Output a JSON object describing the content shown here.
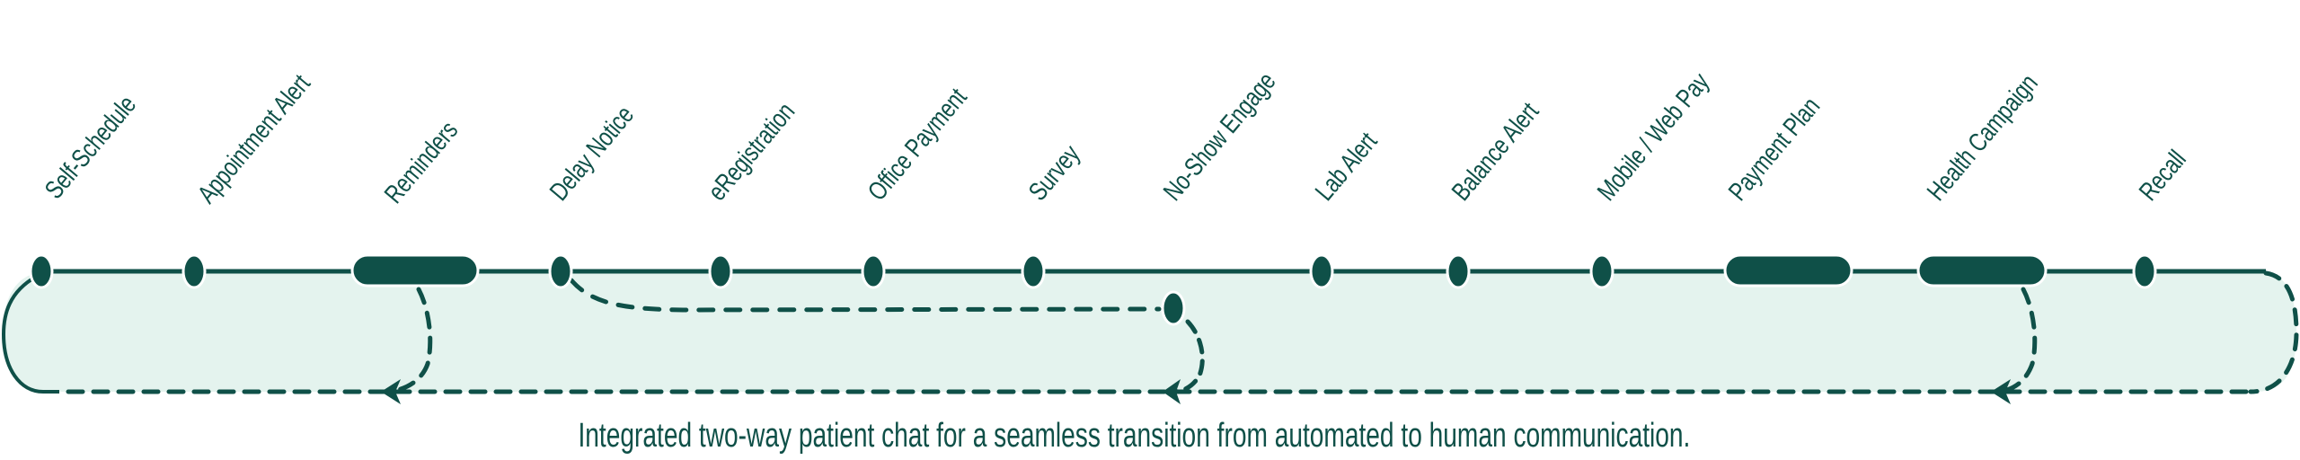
{
  "colors": {
    "primary": "#0f5048",
    "fill": "#e4f3ee",
    "outline": "#ffffff",
    "background": "#ffffff"
  },
  "steps": [
    {
      "label": "Self-Schedule",
      "shape": "node"
    },
    {
      "label": "Appointment Alert",
      "shape": "node"
    },
    {
      "label": "Reminders",
      "shape": "pill"
    },
    {
      "label": "Delay Notice",
      "shape": "node"
    },
    {
      "label": "eRegistration",
      "shape": "node"
    },
    {
      "label": "Office Payment",
      "shape": "node"
    },
    {
      "label": "Survey",
      "shape": "node"
    },
    {
      "label": "No-Show Engage",
      "shape": "sub-node"
    },
    {
      "label": "Lab Alert",
      "shape": "node"
    },
    {
      "label": "Balance Alert",
      "shape": "node"
    },
    {
      "label": "Mobile / Web Pay",
      "shape": "node"
    },
    {
      "label": "Payment Plan",
      "shape": "pill"
    },
    {
      "label": "Health Campaign",
      "shape": "pill"
    },
    {
      "label": "Recall",
      "shape": "node"
    }
  ],
  "caption": "Integrated two-way patient chat for a seamless transition from automated to human communication."
}
